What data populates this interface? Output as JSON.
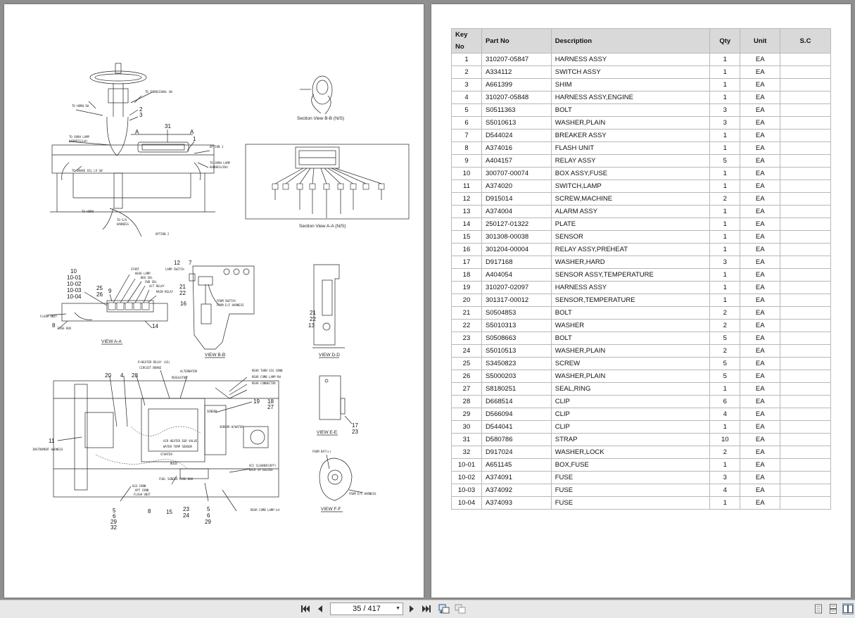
{
  "viewer": {
    "page_indicator": "35 / 417"
  },
  "drawing": {
    "top_labels": {
      "turn_signal": "TO TURNSIGNAL SW",
      "horn": "TO HORN SW",
      "overhead_lamp": "TO OVRH LAMP",
      "harness_lh": "HARNESS(LH)",
      "brake_oil": "TO BRAKE OIL LV SW",
      "option1": "OPTION 1",
      "overhead_lamp_rh": "TO OVRH LAMP",
      "harness_rh": "HARNESS(RH)",
      "to_horn": "TO HORN",
      "to_eg": "TO E/G",
      "harness": "HARNESS",
      "option2": "OPTION 2",
      "n31": "31",
      "n1": "1",
      "n2": "2",
      "n3": "3",
      "a_left": "A",
      "a_right": "A"
    },
    "section_bb_caption": "Section View B-B (N/S)",
    "section_aa_caption": "Section View A-A (N/S)",
    "view_aa": {
      "title": "VIEW A-A",
      "n10": "10",
      "n10_01": "10-01",
      "n10_02": "10-02",
      "n10_03": "10-03",
      "n10_04": "10-04",
      "n25": "25",
      "n26": "26",
      "n9": "9",
      "n8": "8",
      "n14": "14",
      "start": "START",
      "head_lamp": "HEAD LAMP",
      "neu_sol": "NEU SOL",
      "fwd_sol": "FWD SOL",
      "act_relay": "ACT RELAY",
      "main_relay": "MAIN RELAY",
      "flash_unit": "FLASH UNIT",
      "fuse_box": "FUSE BOX"
    },
    "view_bb": {
      "title": "VIEW B-B",
      "n12": "12",
      "n7": "7",
      "n21": "21",
      "n22": "22",
      "n16": "16",
      "lamp_switch": "LAMP SWITCH",
      "from_switch": "FROM SWITCH",
      "from_ec": "FROM E/C HARNESS"
    },
    "view_dd": {
      "title": "VIEW D-D",
      "n21": "21",
      "n22": "22",
      "n13": "13"
    },
    "view_ee": {
      "title": "VIEW E-E",
      "n17": "17",
      "n23": "23"
    },
    "view_ff": {
      "title": "VIEW F-F",
      "from_bat": "FROM BAT(+)",
      "from_ec": "FROM E/C HARNESS"
    },
    "main_view": {
      "n20": "20",
      "n4": "4",
      "n28": "28",
      "n19": "19",
      "n18": "18",
      "n27": "27",
      "n11": "11",
      "n5a": "5",
      "n6a": "6",
      "n29a": "29",
      "n32": "32",
      "n8": "8",
      "n15": "15",
      "n23": "23",
      "n24": "24",
      "n5b": "5",
      "n6b": "6",
      "n29b": "29",
      "preheater": "P/HEATER RELAY (GS)",
      "circuit_brake": "CIRCUIT BRAKE",
      "alternator": "ALTERNATOR",
      "regulator": "REGULATOR",
      "starter": "STARTER",
      "rear_turn": "REAR TURN SIG CONN",
      "rear_comb": "REAR COMB LAMP-RH",
      "rear_connector": "REAR CONNECTOR",
      "sender": "SENDER",
      "sensor_water": "SENSOR W/WATER",
      "instrument": "INSTRUMENT HARNESS",
      "air_heater": "AIR HEATER EGR VALVE",
      "water_temp": "WATER TEMP SENSOR",
      "fuel_sender": "FUEL SENDER FUSE BOX",
      "bulb": "BULB",
      "eng_conn": "EGS CONN",
      "flash_unit": "FLASH UNIT",
      "opt_conn": "OPT CONN",
      "acc": "ACC CLEANER(OPT)",
      "back_buzzer": "BACK UP BUZZER",
      "rear_comb_lh": "REAR COMB LAMP-LH"
    }
  },
  "parts_table": {
    "headers": [
      "Key No",
      "Part No",
      "Description",
      "Qty",
      "Unit",
      "S.C"
    ],
    "rows": [
      [
        "1",
        "310207-05847",
        "HARNESS ASSY",
        "1",
        "EA",
        ""
      ],
      [
        "2",
        "A334112",
        "SWITCH ASSY",
        "1",
        "EA",
        ""
      ],
      [
        "3",
        "A661399",
        "SHIM",
        "1",
        "EA",
        ""
      ],
      [
        "4",
        "310207-05848",
        "HARNESS ASSY,ENGINE",
        "1",
        "EA",
        ""
      ],
      [
        "5",
        "S0511363",
        "BOLT",
        "3",
        "EA",
        ""
      ],
      [
        "6",
        "S5010613",
        "WASHER,PLAIN",
        "3",
        "EA",
        ""
      ],
      [
        "7",
        "D544024",
        "BREAKER ASSY",
        "1",
        "EA",
        ""
      ],
      [
        "8",
        "A374016",
        "FLASH UNIT",
        "1",
        "EA",
        ""
      ],
      [
        "9",
        "A404157",
        "RELAY ASSY",
        "5",
        "EA",
        ""
      ],
      [
        "10",
        "300707-00074",
        "BOX ASSY,FUSE",
        "1",
        "EA",
        ""
      ],
      [
        "11",
        "A374020",
        "SWITCH,LAMP",
        "1",
        "EA",
        ""
      ],
      [
        "12",
        "D915014",
        "SCREW,MACHINE",
        "2",
        "EA",
        ""
      ],
      [
        "13",
        "A374004",
        "ALARM ASSY",
        "1",
        "EA",
        ""
      ],
      [
        "14",
        "250127-01322",
        "PLATE",
        "1",
        "EA",
        ""
      ],
      [
        "15",
        "301308-00038",
        "SENSOR",
        "1",
        "EA",
        ""
      ],
      [
        "16",
        "301204-00004",
        "RELAY ASSY,PREHEAT",
        "1",
        "EA",
        ""
      ],
      [
        "17",
        "D917168",
        "WASHER,HARD",
        "3",
        "EA",
        ""
      ],
      [
        "18",
        "A404054",
        "SENSOR ASSY,TEMPERATURE",
        "1",
        "EA",
        ""
      ],
      [
        "19",
        "310207-02097",
        "HARNESS ASSY",
        "1",
        "EA",
        ""
      ],
      [
        "20",
        "301317-00012",
        "SENSOR,TEMPERATURE",
        "1",
        "EA",
        ""
      ],
      [
        "21",
        "S0504853",
        "BOLT",
        "2",
        "EA",
        ""
      ],
      [
        "22",
        "S5010313",
        "WASHER",
        "2",
        "EA",
        ""
      ],
      [
        "23",
        "S0508663",
        "BOLT",
        "5",
        "EA",
        ""
      ],
      [
        "24",
        "S5010513",
        "WASHER,PLAIN",
        "2",
        "EA",
        ""
      ],
      [
        "25",
        "S3450823",
        "SCREW",
        "5",
        "EA",
        ""
      ],
      [
        "26",
        "S5000203",
        "WASHER,PLAIN",
        "5",
        "EA",
        ""
      ],
      [
        "27",
        "S8180251",
        "SEAL,RING",
        "1",
        "EA",
        ""
      ],
      [
        "28",
        "D668514",
        "CLIP",
        "6",
        "EA",
        ""
      ],
      [
        "29",
        "D566094",
        "CLIP",
        "4",
        "EA",
        ""
      ],
      [
        "30",
        "D544041",
        "CLIP",
        "1",
        "EA",
        ""
      ],
      [
        "31",
        "D580786",
        "STRAP",
        "10",
        "EA",
        ""
      ],
      [
        "32",
        "D917024",
        "WASHER,LOCK",
        "2",
        "EA",
        ""
      ],
      [
        "10-01",
        "A651145",
        "BOX,FUSE",
        "1",
        "EA",
        ""
      ],
      [
        "10-02",
        "A374091",
        "FUSE",
        "3",
        "EA",
        ""
      ],
      [
        "10-03",
        "A374092",
        "FUSE",
        "4",
        "EA",
        ""
      ],
      [
        "10-04",
        "A374093",
        "FUSE",
        "1",
        "EA",
        ""
      ]
    ]
  },
  "icons": {
    "first": "first-page-icon",
    "prev": "previous-page-icon",
    "next": "next-page-icon",
    "last": "last-page-icon",
    "fit_a": "fit-page-icon",
    "fit_b": "fit-width-icon",
    "single": "single-page-view-icon",
    "continuous": "continuous-view-icon",
    "facing": "facing-pages-view-icon"
  }
}
